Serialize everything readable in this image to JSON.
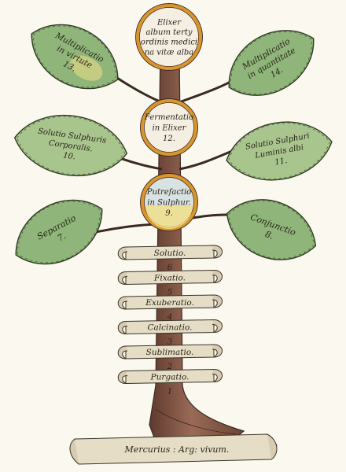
{
  "colors": {
    "leaf_fill": "#8fb57a",
    "leaf_fill_light": "#a9c58e",
    "leaf_stroke": "#2f3a22",
    "trunk": "#8a5a48",
    "trunk_dark": "#5e3a2e",
    "circle_ring": "#d9962e",
    "circle_fill": "#f4efe2",
    "circle_fill_blue": "#d9e2e2",
    "band_fill": "#e6ddc6",
    "band_stroke": "#3a3226",
    "yellow_wash": "#f0de86"
  },
  "circles": [
    {
      "lines": [
        "Elixer",
        "album terty",
        "ordinis medici",
        "na vitæ alba"
      ]
    },
    {
      "lines": [
        "Fermentatio",
        "in Elixer",
        "12."
      ]
    },
    {
      "lines": [
        "Putrefactio",
        "in Sulphur.",
        "9."
      ]
    }
  ],
  "leaves": {
    "left": [
      {
        "lines": [
          "Multiplicatio",
          "in virtute",
          "13."
        ]
      },
      {
        "lines": [
          "Solutio Sulphuris",
          "Corporalis.",
          "10."
        ]
      },
      {
        "lines": [
          "Separatio",
          "7."
        ]
      }
    ],
    "right": [
      {
        "lines": [
          "Multiplicatio",
          "in quantitate",
          "14."
        ]
      },
      {
        "lines": [
          "Solutio Sulphuri",
          "Luminis albi",
          "11."
        ]
      },
      {
        "lines": [
          "Conjunctio",
          "8."
        ]
      }
    ]
  },
  "bands": [
    {
      "label": "Solutio.",
      "number": "6"
    },
    {
      "label": "Fixatio.",
      "number": "5"
    },
    {
      "label": "Exuberatio.",
      "number": "4"
    },
    {
      "label": "Calcinatio.",
      "number": "3"
    },
    {
      "label": "Sublimatio.",
      "number": "2"
    },
    {
      "label": "Purgatio.",
      "number": "1"
    }
  ],
  "root_banner": "Mercurius : Arg: vivum."
}
